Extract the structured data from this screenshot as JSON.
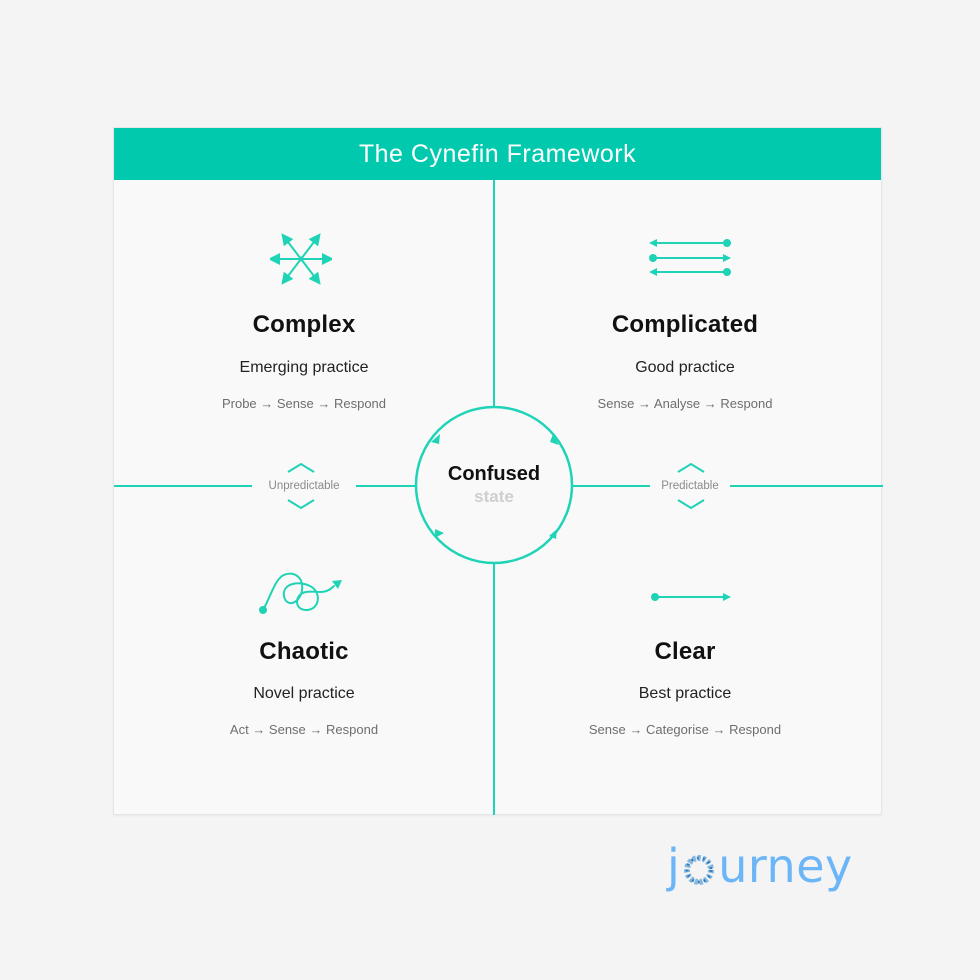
{
  "header": {
    "title": "The Cynefin Framework"
  },
  "colors": {
    "accent": "#00c9ae",
    "line": "#1fd3b6",
    "background": "#f4f4f5",
    "card": "#f9f9f9",
    "logo": "#6cb6f7"
  },
  "axes": {
    "left_label": "Unpredictable",
    "right_label": "Predictable"
  },
  "quadrants": [
    {
      "id": "complex",
      "icon": "radiating-arrows-icon",
      "title": "Complex",
      "practice": "Emerging practice",
      "steps": "Probe → Sense → Respond"
    },
    {
      "id": "complicated",
      "icon": "parallel-arrows-icon",
      "title": "Complicated",
      "practice": "Good practice",
      "steps": "Sense → Analyse → Respond"
    },
    {
      "id": "chaotic",
      "icon": "tangled-arrow-icon",
      "title": "Chaotic",
      "practice": "Novel practice",
      "steps": "Act → Sense → Respond"
    },
    {
      "id": "clear",
      "icon": "straight-arrow-icon",
      "title": "Clear",
      "practice": "Best practice",
      "steps": "Sense → Categorise → Respond"
    }
  ],
  "center": {
    "title": "Confused",
    "subtitle": "state"
  },
  "logo": {
    "text_before": "j",
    "text_after": "urney",
    "full": "journey"
  }
}
